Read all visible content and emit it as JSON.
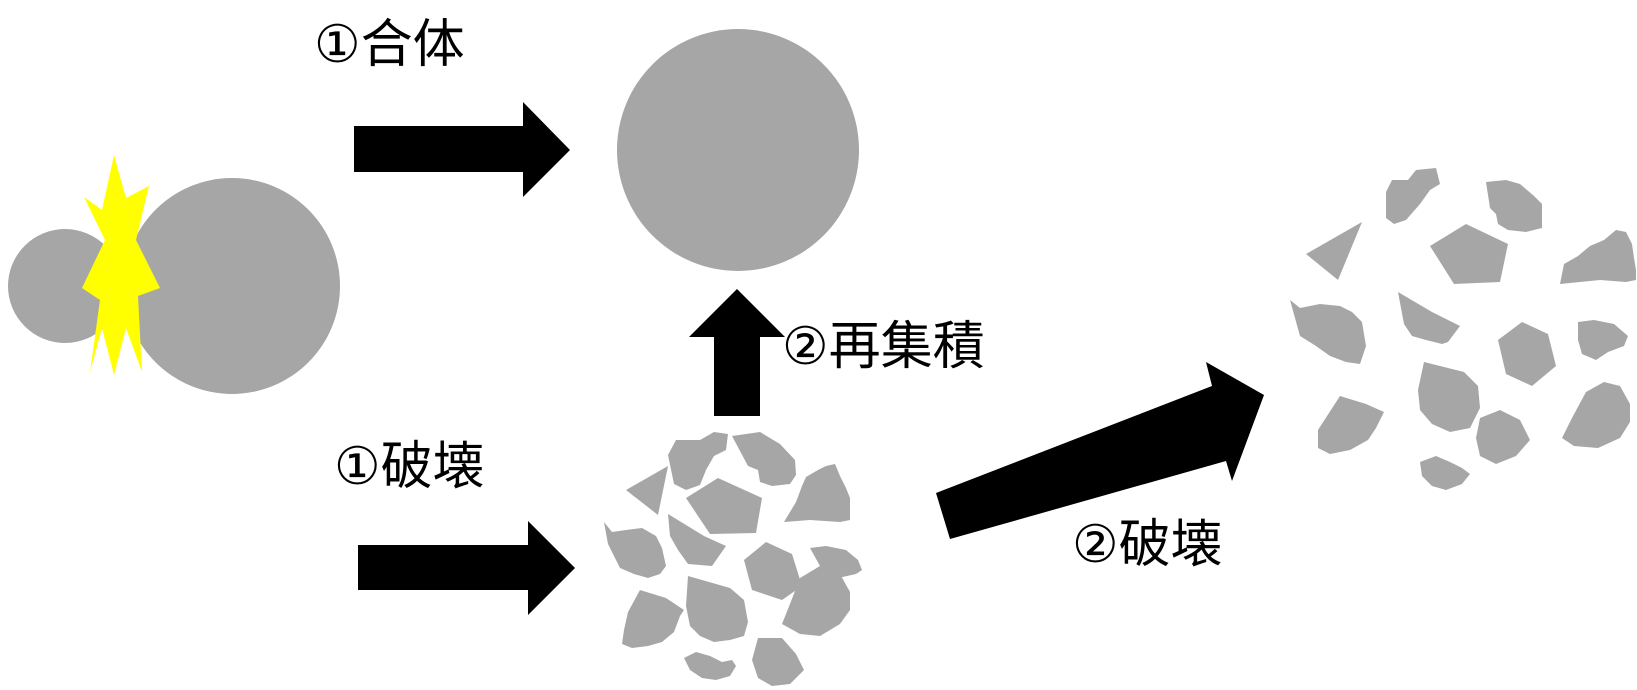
{
  "labels": {
    "merge": "①合体",
    "destroy_1": "①破壊",
    "reaccumulate": "②再集積",
    "destroy_2": "②破壊"
  },
  "colors": {
    "body": "#a6a6a6",
    "arrow": "#000000",
    "impact_flash": "#ffff00",
    "background": "#ffffff"
  }
}
